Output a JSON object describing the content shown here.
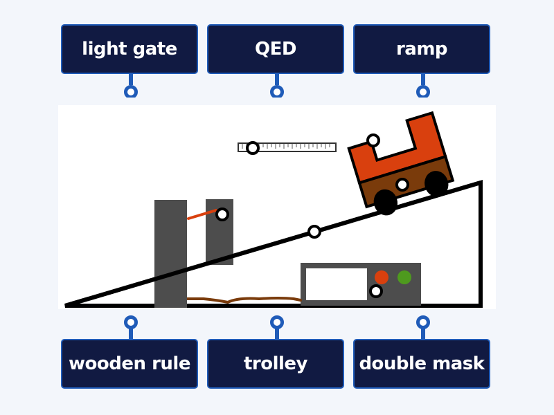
{
  "activity": "labelled diagram",
  "labels_top": [
    {
      "id": "light-gate",
      "text": "light gate"
    },
    {
      "id": "qed",
      "text": "QED"
    },
    {
      "id": "ramp",
      "text": "ramp"
    }
  ],
  "labels_bottom": [
    {
      "id": "wooden-rule",
      "text": "wooden rule"
    },
    {
      "id": "trolley",
      "text": "trolley"
    },
    {
      "id": "double-mask",
      "text": "double mask"
    }
  ],
  "diagram": {
    "subject": "trolley on ramp with light gate, QED and ruler",
    "hotspots": [
      {
        "target": "wooden-rule-marker"
      },
      {
        "target": "trolley-top-marker"
      },
      {
        "target": "trolley-wheel-marker"
      },
      {
        "target": "light-gate-marker"
      },
      {
        "target": "ramp-marker"
      },
      {
        "target": "qed-marker"
      }
    ]
  },
  "colors": {
    "label_bg": "#111a42",
    "label_border": "#1f5bb8",
    "connector": "#1f5bb8",
    "trolley_top": "#d9400e",
    "trolley_base": "#7a3b0b",
    "qed_body": "#4d4d4d",
    "qed_red": "#d9400e",
    "qed_green": "#4e9a1e"
  }
}
